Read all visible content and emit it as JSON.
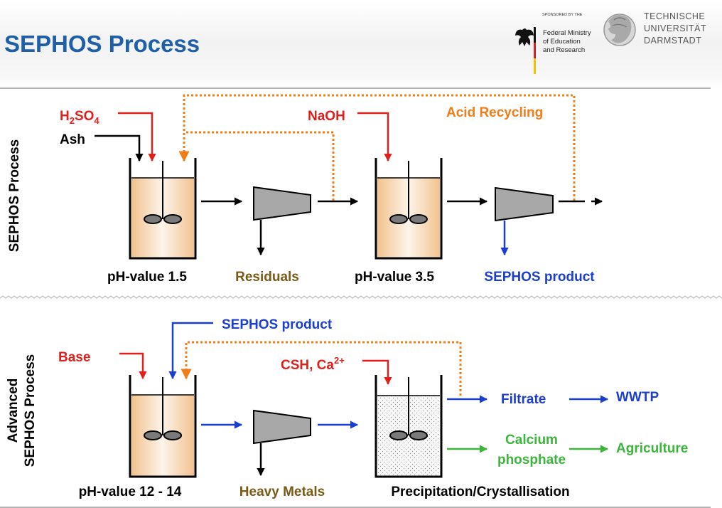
{
  "title": "SEPHOS Process",
  "logos": {
    "sponsor_line": "SPONSORED BY THE",
    "ministry_lines": [
      "Federal Ministry",
      "of Education",
      "and Research"
    ],
    "university_lines": [
      "TECHNISCHE",
      "UNIVERSITÄT",
      "DARMSTADT"
    ]
  },
  "section1": {
    "side_label": "SEPHOS Process",
    "inputs": {
      "acid": "H",
      "acid_sub1": "2",
      "acid_mid": "SO",
      "acid_sub2": "4",
      "ash": "Ash",
      "naoh": "NaOH"
    },
    "recycle_label": "Acid Recycling",
    "labels": {
      "ph1": "pH-value 1.5",
      "residuals": "Residuals",
      "ph2": "pH-value 3.5",
      "product": "SEPHOS product"
    }
  },
  "section2": {
    "side_label_line1": "Advanced",
    "side_label_line2": "SEPHOS Process",
    "inputs": {
      "base": "Base",
      "sephos_product": "SEPHOS product",
      "csh": "CSH, Ca",
      "csh_sup": "2+"
    },
    "outputs": {
      "filtrate": "Filtrate",
      "wwtp": "WWTP",
      "calcium1": "Calcium",
      "calcium2": "phosphate",
      "agriculture": "Agriculture"
    },
    "labels": {
      "ph": "pH-value 12 - 14",
      "heavy_metals": "Heavy Metals",
      "precipitation": "Precipitation/Crystallisation"
    }
  },
  "colors": {
    "title_blue": "#1f5fa8",
    "red": "#e0201b",
    "orange": "#f07d1a",
    "blue": "#1a3fd0",
    "green": "#3cb53c",
    "brown": "#7a5a16",
    "liquid_orange": "#f2c28f"
  }
}
